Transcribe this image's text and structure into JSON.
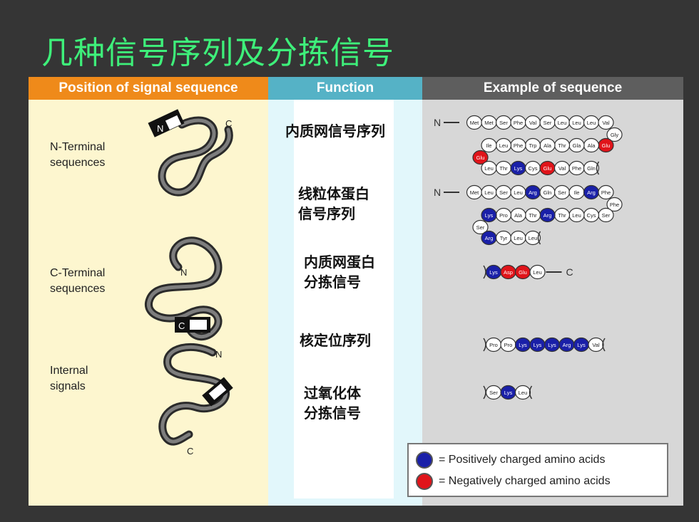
{
  "title": "几种信号序列及分拣信号",
  "headers": {
    "position": "Position of signal sequence",
    "function": "Function",
    "example": "Example of sequence"
  },
  "positions": {
    "n_terminal": [
      "N-Terminal",
      "sequences"
    ],
    "c_terminal": [
      "C-Terminal",
      "sequences"
    ],
    "internal": [
      "Internal",
      "signals"
    ]
  },
  "protein_labels": {
    "n": "N",
    "c": "C"
  },
  "functions": [
    [
      "内质网信号序列"
    ],
    [
      "线粒体蛋白",
      "信号序列"
    ],
    [
      "内质网蛋白",
      "分拣信号"
    ],
    [
      "核定位序列"
    ],
    [
      "过氧化体",
      "分拣信号"
    ]
  ],
  "sequences": {
    "er_signal": {
      "start": "N",
      "rows": [
        [
          "Met",
          "Met",
          "Ser",
          "Phe",
          "Val",
          "Ser",
          "Leu",
          "Leu",
          "Leu",
          "Val"
        ],
        [
          "Gly"
        ],
        [
          "Glu",
          "Ala",
          "Gla",
          "Thr",
          "Ala",
          "Trp",
          "Phe",
          "Leu",
          "Ile"
        ],
        [
          "Glu"
        ],
        [
          "Leu",
          "Thr",
          "Lys",
          "Cys",
          "Glu",
          "Val",
          "Phe",
          "Gln"
        ]
      ]
    },
    "mito_signal": {
      "start": "N",
      "rows": [
        [
          "Met",
          "Leu",
          "Ser",
          "Leu",
          "Arg",
          "Gln",
          "Ser",
          "Ile",
          "Arg",
          "Phe"
        ],
        [
          "Phe"
        ],
        [
          "Ser",
          "Cys",
          "Leu",
          "Thr",
          "Arg",
          "Thr",
          "Ala",
          "Pro",
          "Lys"
        ],
        [
          "Ser"
        ],
        [
          "Arg",
          "Tyr",
          "Leu",
          "Leu"
        ]
      ]
    },
    "er_retention": {
      "residues": [
        "Lys",
        "Asp",
        "Glu",
        "Leu"
      ],
      "end": "C"
    },
    "nuclear_localization": {
      "residues": [
        "Pro",
        "Pro",
        "Lys",
        "Lys",
        "Lys",
        "Arg",
        "Lys",
        "Val"
      ]
    },
    "peroxisome": {
      "residues": [
        "Ser",
        "Lys",
        "Leu"
      ]
    }
  },
  "legend": {
    "positive": "= Positively charged amino acids",
    "negative": "= Negatively charged amino acids"
  },
  "colors": {
    "positive": "#1a20a8",
    "negative": "#e0141a",
    "neutral": "#ffffff",
    "title": "#3ef07a"
  }
}
